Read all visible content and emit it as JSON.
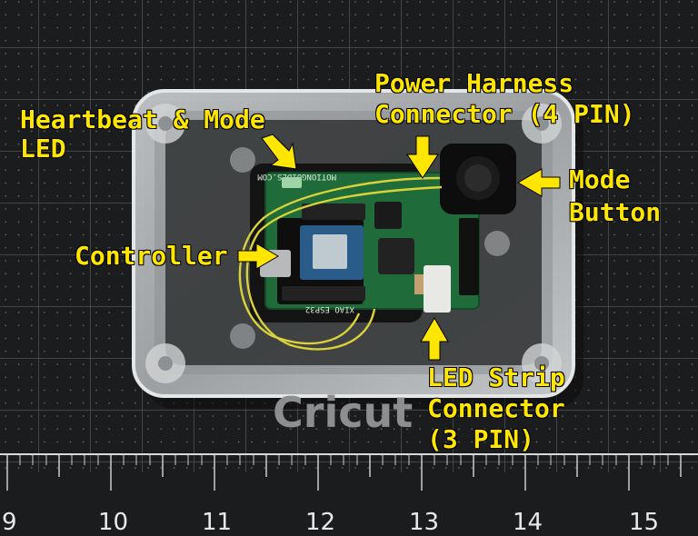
{
  "labels": {
    "heartbeat_line1": "Heartbeat & Mode",
    "heartbeat_line2": "LED",
    "power_line1": "Power Harness",
    "power_line2": "Connector (4 PIN)",
    "mode_line1": "Mode",
    "mode_line2": "Button",
    "controller": "Controller",
    "ledstrip_line1": "LED Strip",
    "ledstrip_line2": "Connector",
    "ledstrip_line3": "(3 PIN)"
  },
  "mat_brand": "Cricut",
  "board_silk": "XIAO ESP32",
  "ruler_numbers": [
    "9",
    "10",
    "11",
    "12",
    "13",
    "14",
    "15"
  ],
  "colors": {
    "annotation": "#ffe600",
    "mat": "#1b1c1d",
    "pcb": "#1f6b3a",
    "wire": "#d9d23a"
  }
}
